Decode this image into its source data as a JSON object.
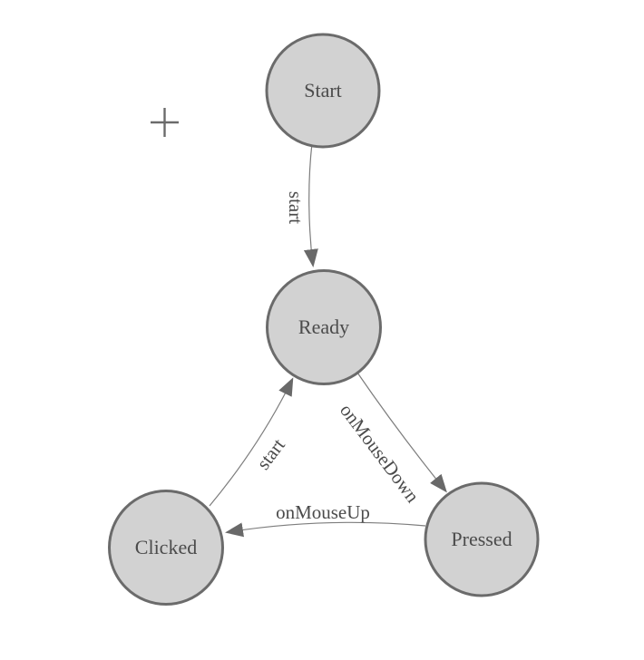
{
  "diagram": {
    "type": "state-machine",
    "nodes": [
      {
        "id": "start",
        "label": "Start"
      },
      {
        "id": "ready",
        "label": "Ready"
      },
      {
        "id": "pressed",
        "label": "Pressed"
      },
      {
        "id": "clicked",
        "label": "Clicked"
      }
    ],
    "edges": [
      {
        "from": "Start",
        "to": "Ready",
        "label": "start"
      },
      {
        "from": "Ready",
        "to": "Pressed",
        "label": "onMouseDown"
      },
      {
        "from": "Pressed",
        "to": "Clicked",
        "label": "onMouseUp"
      },
      {
        "from": "Clicked",
        "to": "Ready",
        "label": "start"
      }
    ],
    "cursor": {
      "type": "crosshair"
    },
    "colors": {
      "background": "#ffffff",
      "node_fill": "#d2d2d2",
      "node_stroke": "#6b6b6b",
      "edge_stroke": "#7d7d7d",
      "arrow_fill": "#696969",
      "text": "#4b4b4b",
      "cursor": "#6b6b6b"
    }
  }
}
